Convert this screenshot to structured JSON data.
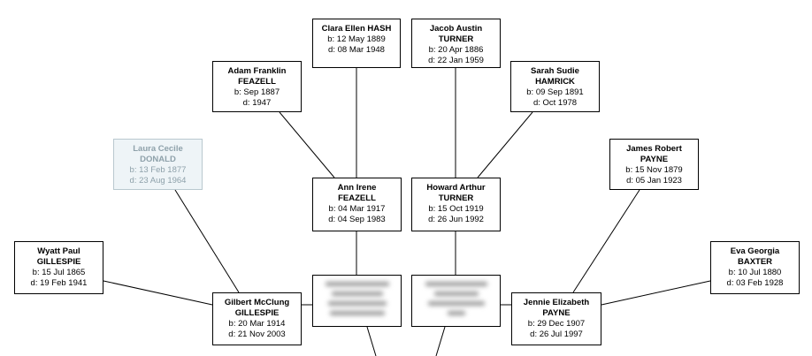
{
  "people": {
    "clara": {
      "given": "Clara Ellen HASH",
      "surname": "",
      "birth": "b: 12 May 1889",
      "death": "d: 08 Mar 1948"
    },
    "jacob": {
      "given": "Jacob Austin",
      "surname": "TURNER",
      "birth": "b: 20 Apr 1886",
      "death": "d: 22 Jan 1959"
    },
    "adam": {
      "given": "Adam Franklin",
      "surname": "FEAZELL",
      "birth": "b: Sep 1887",
      "death": "d: 1947"
    },
    "sarah": {
      "given": "Sarah Sudie",
      "surname": "HAMRICK",
      "birth": "b: 09 Sep 1891",
      "death": "d: Oct 1978"
    },
    "laura": {
      "given": "Laura Cecile",
      "surname": "DONALD",
      "birth": "b: 13 Feb 1877",
      "death": "d: 23 Aug 1964"
    },
    "james": {
      "given": "James Robert",
      "surname": "PAYNE",
      "birth": "b: 15 Nov 1879",
      "death": "d: 05 Jan 1923"
    },
    "ann": {
      "given": "Ann Irene",
      "surname": "FEAZELL",
      "birth": "b: 04 Mar 1917",
      "death": "d: 04 Sep 1983"
    },
    "howard": {
      "given": "Howard Arthur",
      "surname": "TURNER",
      "birth": "b: 15 Oct 1919",
      "death": "d: 26 Jun 1992"
    },
    "wyatt": {
      "given": "Wyatt Paul",
      "surname": "GILLESPIE",
      "birth": "b: 15 Jul 1865",
      "death": "d: 19 Feb 1941"
    },
    "eva": {
      "given": "Eva Georgia",
      "surname": "BAXTER",
      "birth": "b: 10 Jul 1880",
      "death": "d: 03 Feb 1928"
    },
    "gilbert": {
      "given": "Gilbert McClung",
      "surname": "GILLESPIE",
      "birth": "b: 20 Mar 1914",
      "death": "d: 21 Nov 2003"
    },
    "jennie": {
      "given": "Jennie Elizabeth",
      "surname": "PAYNE",
      "birth": "b: 29 Dec 1907",
      "death": "d: 26 Jul 1997"
    }
  },
  "colors": {
    "line": "#000000",
    "faded_text": "#8ea1aa",
    "faded_bg": "#eef4f7"
  }
}
